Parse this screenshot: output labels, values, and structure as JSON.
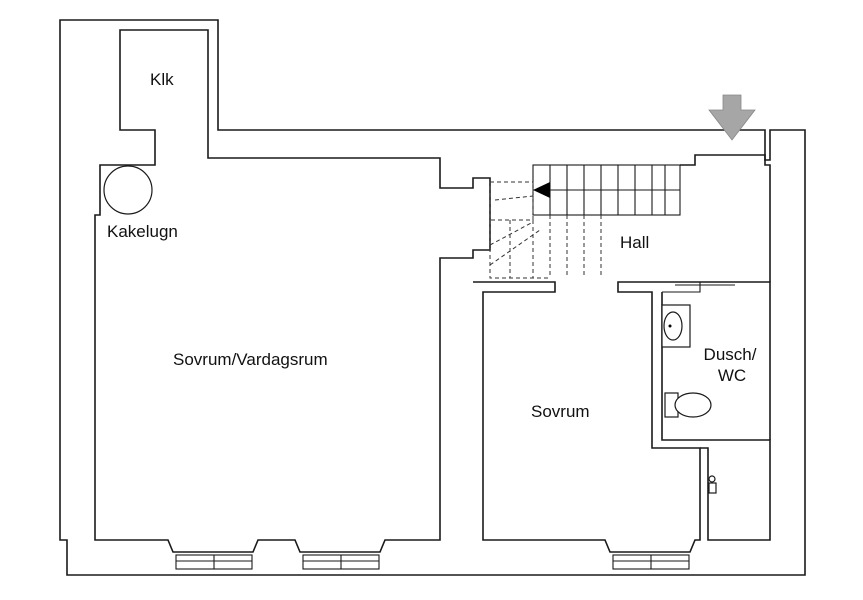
{
  "rooms": {
    "klk": "Klk",
    "kakelugn": "Kakelugn",
    "sovrum_vardagsrum": "Sovrum/Vardagsrum",
    "hall": "Hall",
    "dusch_wc_line1": "Dusch/",
    "dusch_wc_line2": "WC",
    "sovrum": "Sovrum"
  },
  "colors": {
    "walls": "#1a1a1a",
    "entrance_arrow": "#a6a6a6",
    "background": "#ffffff"
  },
  "icons": [
    "entrance-arrow-icon",
    "stair-direction-arrow-icon",
    "kakelugn-stove-icon",
    "sink-icon",
    "toilet-icon",
    "faucet-icon"
  ]
}
